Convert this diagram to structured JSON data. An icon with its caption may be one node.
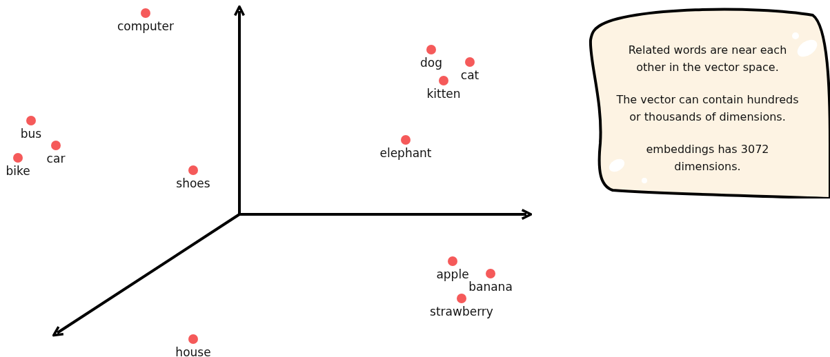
{
  "diagram": {
    "nodes": [
      {
        "text": [
          "Related words are near each other in the vector space.",
          "The vector can contain hundreds or thousands of dimensions.",
          "embeddings has 3072 dimensions."
        ]
      }
    ],
    "labels": [
      "computer",
      "dog",
      "cat",
      "kitten",
      "bus",
      "car",
      "elephant",
      "bike",
      "shoes",
      "apple",
      "banana",
      "strawberry",
      "house"
    ]
  }
}
